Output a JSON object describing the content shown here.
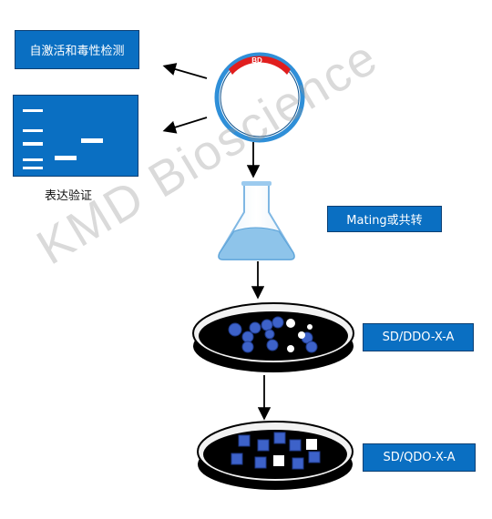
{
  "boxes": {
    "autoactivation": "自激活和毒性检测",
    "mating": "Mating或共转",
    "sd_ddo": "SD/DDO-X-A",
    "sd_qdo": "SD/QDO-X-A"
  },
  "plasmid": {
    "label": "BD"
  },
  "gel": {
    "caption": "表达验证"
  },
  "watermark": "KMD Bioscience",
  "colors": {
    "box_blue": "#0a6fc2",
    "plasmid_ring": "#2f8fd8",
    "bd_red": "#e01e1e",
    "flask_liquid": "#8ec4ea",
    "plate_black": "#000000",
    "colony_blue": "#3d62c9"
  }
}
